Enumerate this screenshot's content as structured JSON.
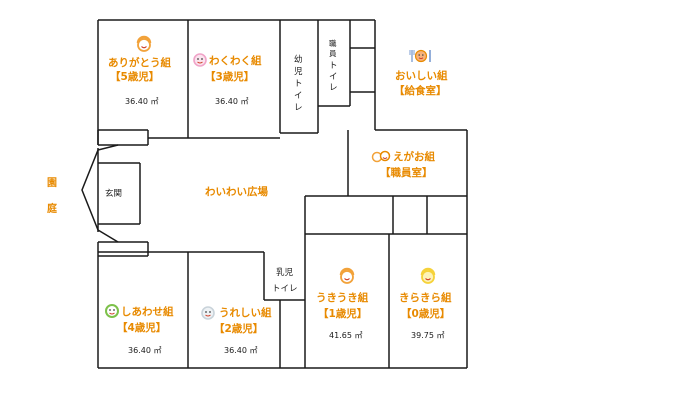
{
  "garden": [
    "園",
    "庭"
  ],
  "entrance": "玄関",
  "plaza": "わいわい広場",
  "rooms": {
    "arigatou": {
      "name": "ありがとう組",
      "age": "【5歳児】",
      "area": "36.40 ㎡"
    },
    "wakuwaku": {
      "name": "わくわく組",
      "age": "【3歳児】",
      "area": "36.40 ㎡"
    },
    "shiawase": {
      "name": "しあわせ組",
      "age": "【4歳児】",
      "area": "36.40 ㎡"
    },
    "ureshii": {
      "name": "うれしい組",
      "age": "【2歳児】",
      "area": "36.40 ㎡"
    },
    "ukiuki": {
      "name": "うきうき組",
      "age": "【1歳児】",
      "area": "41.65 ㎡"
    },
    "kirakira": {
      "name": "きらきら組",
      "age": "【0歳児】",
      "area": "39.75 ㎡"
    },
    "oishii": {
      "name": "おいしい組",
      "sub": "【給食室】"
    },
    "egao": {
      "name": "えがお組",
      "sub": "【職員室】"
    }
  },
  "toilets": {
    "infant_chars": [
      "幼",
      "児",
      "ト",
      "イ",
      "レ"
    ],
    "staff_chars": [
      "職",
      "員",
      "ト",
      "イ",
      "レ"
    ],
    "baby_line1": "乳児",
    "baby_line2": "トイレ"
  },
  "icons": {
    "arigatou": "orange-smiley-face-icon",
    "wakuwaku": "pink-smiley-face-icon",
    "shiawase": "green-smiley-face-icon",
    "ureshii": "gray-smiley-face-icon",
    "ukiuki": "orange-smiley-face-icon",
    "kirakira": "yellow-smiley-face-icon",
    "oishii": "fork-knife-face-icon",
    "egao": "orange-double-face-icon"
  },
  "colors": {
    "label_orange": "#e88a00",
    "wall": "#1a1a1a",
    "face_orange": "#f2a23a",
    "face_pink": "#f0a3c8",
    "face_green": "#7dc14a",
    "face_gray": "#c9d3da",
    "face_yellow": "#f6d23a"
  }
}
